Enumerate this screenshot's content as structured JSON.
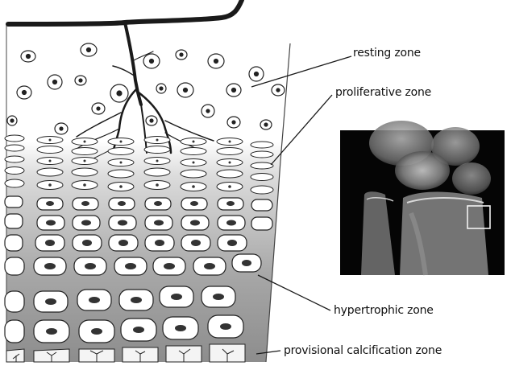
{
  "labels": {
    "resting": "resting zone",
    "proliferative": "proliferative zone",
    "hypertrophic": "hypertrophic zone",
    "calcification": "provisional calcification zone"
  },
  "colors": {
    "line": "#1a1a1a",
    "gradient_top": "#ffffff",
    "gradient_bottom": "#8f8f8f",
    "xray_bg": "#050505",
    "highlight_box": "#f2f2f2"
  }
}
